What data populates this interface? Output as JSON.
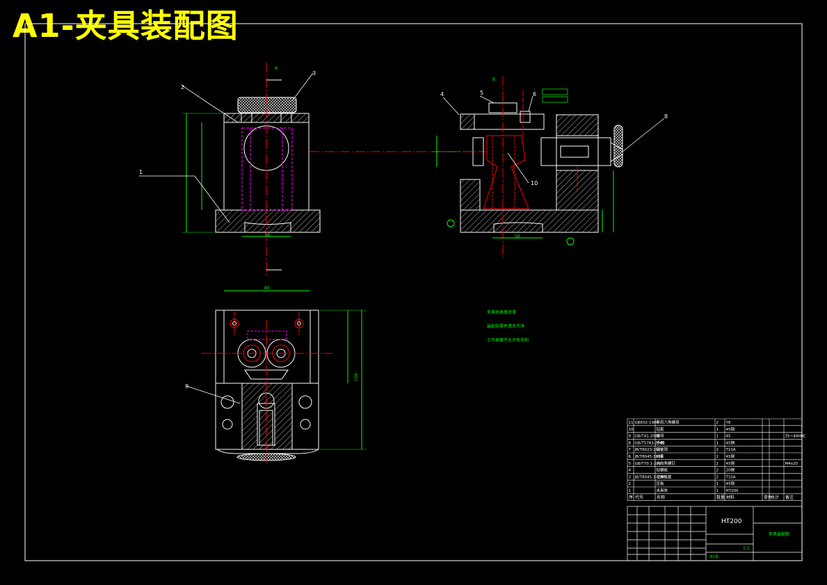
{
  "title": "A1-夹具装配图",
  "colors": {
    "background": "#000000",
    "frame": "#ffffff",
    "title": "#ffff00",
    "dimension": "#00ff00",
    "centerline": "#ff0000",
    "hidden": "#ff00ff",
    "outline": "#ffffff"
  },
  "balloons": [
    "1",
    "2",
    "3",
    "4",
    "5",
    "6",
    "8",
    "9",
    "10"
  ],
  "section_labels": {
    "aa": "A",
    "bb": "B"
  },
  "dimensions": {
    "front_width": "74",
    "side_width": "50",
    "top_width": "80",
    "top_height": "150"
  },
  "notes": [
    "夹具体表面涂漆",
    "装配前零件清洗干净",
    "工作表面不允许有毛刺"
  ],
  "bom": {
    "rows": [
      {
        "no": "11",
        "code": "GB832-1988",
        "name": "带肩六角螺母",
        "qty": "2",
        "material": "Y8",
        "remark": ""
      },
      {
        "no": "10",
        "code": "",
        "name": "钻套",
        "qty": "1",
        "material": "45钢",
        "remark": ""
      },
      {
        "no": "9",
        "code": "GB/T41-2000",
        "name": "螺母",
        "qty": "1",
        "material": "45",
        "remark": "35~40HRC"
      },
      {
        "no": "8",
        "code": "GB/T5783-2000",
        "name": "手柄",
        "qty": "1",
        "material": "45钢",
        "remark": ""
      },
      {
        "no": "7",
        "code": "JB/T8023-1999",
        "name": "定位销",
        "qty": "2",
        "material": "T10A",
        "remark": ""
      },
      {
        "no": "6",
        "code": "JB/T8045-1999",
        "name": "衬套",
        "qty": "2",
        "material": "45钢",
        "remark": ""
      },
      {
        "no": "5",
        "code": "GB/T70.1-2000",
        "name": "内六角螺钉",
        "qty": "2",
        "material": "45钢",
        "remark": "M4x20"
      },
      {
        "no": "4",
        "code": "",
        "name": "钻模板",
        "qty": "2",
        "material": "20钢",
        "remark": ""
      },
      {
        "no": "3",
        "code": "JB/T8045.3-1999",
        "name": "可换钻套",
        "qty": "2",
        "material": "T10A",
        "remark": ""
      },
      {
        "no": "2",
        "code": "",
        "name": "压板",
        "qty": "1",
        "material": "45钢",
        "remark": ""
      },
      {
        "no": "1",
        "code": "",
        "name": "夹具体",
        "qty": "1",
        "material": "HT200",
        "remark": ""
      }
    ],
    "headers": [
      "序",
      "代号",
      "名称",
      "数量",
      "材料",
      "单件",
      "总计",
      "备注"
    ]
  },
  "title_block": {
    "material": "HT200",
    "drawing_name": "夹具装配图",
    "scale": "1:1",
    "sheet": "共1张"
  }
}
